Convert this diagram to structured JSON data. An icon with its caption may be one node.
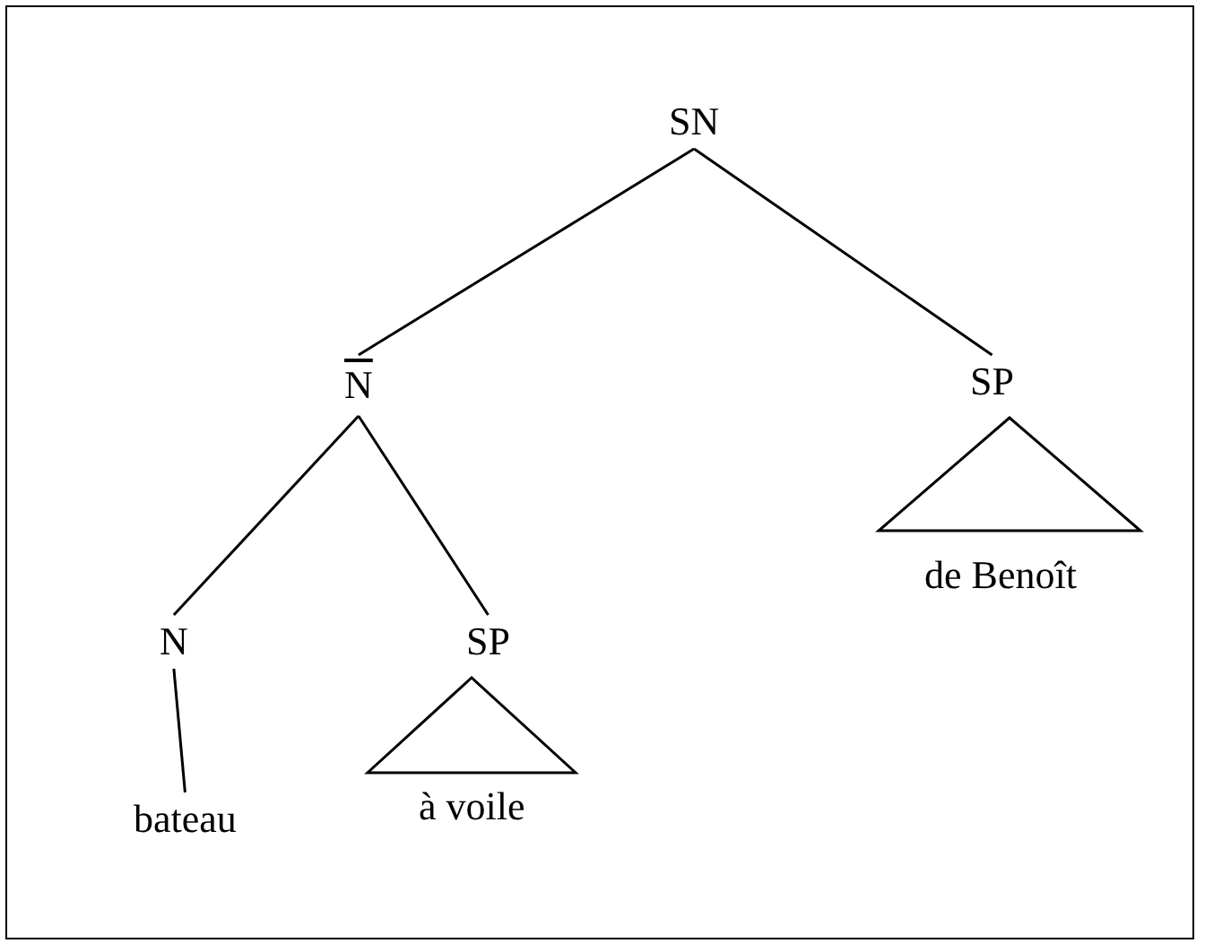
{
  "diagram": {
    "nodes": [
      {
        "text": [
          "SN"
        ]
      },
      {
        "text": [
          "N"
        ]
      },
      {
        "text": [
          "SP"
        ]
      },
      {
        "text": [],
        "shape": "triangle"
      },
      {
        "text": [
          "de Benoît"
        ]
      },
      {
        "text": [
          "N"
        ]
      },
      {
        "text": [
          "SP"
        ]
      },
      {
        "text": [],
        "shape": "triangle"
      },
      {
        "text": [
          "bateau"
        ]
      },
      {
        "text": [
          "à voile"
        ]
      }
    ],
    "edges": [
      {
        "from": 0,
        "to": 1,
        "arrow": "none"
      },
      {
        "from": 0,
        "to": 2,
        "arrow": "none"
      },
      {
        "from": 1,
        "to": 5,
        "arrow": "none"
      },
      {
        "from": 1,
        "to": 6,
        "arrow": "none"
      },
      {
        "from": 5,
        "to": 8,
        "arrow": "none"
      }
    ]
  }
}
